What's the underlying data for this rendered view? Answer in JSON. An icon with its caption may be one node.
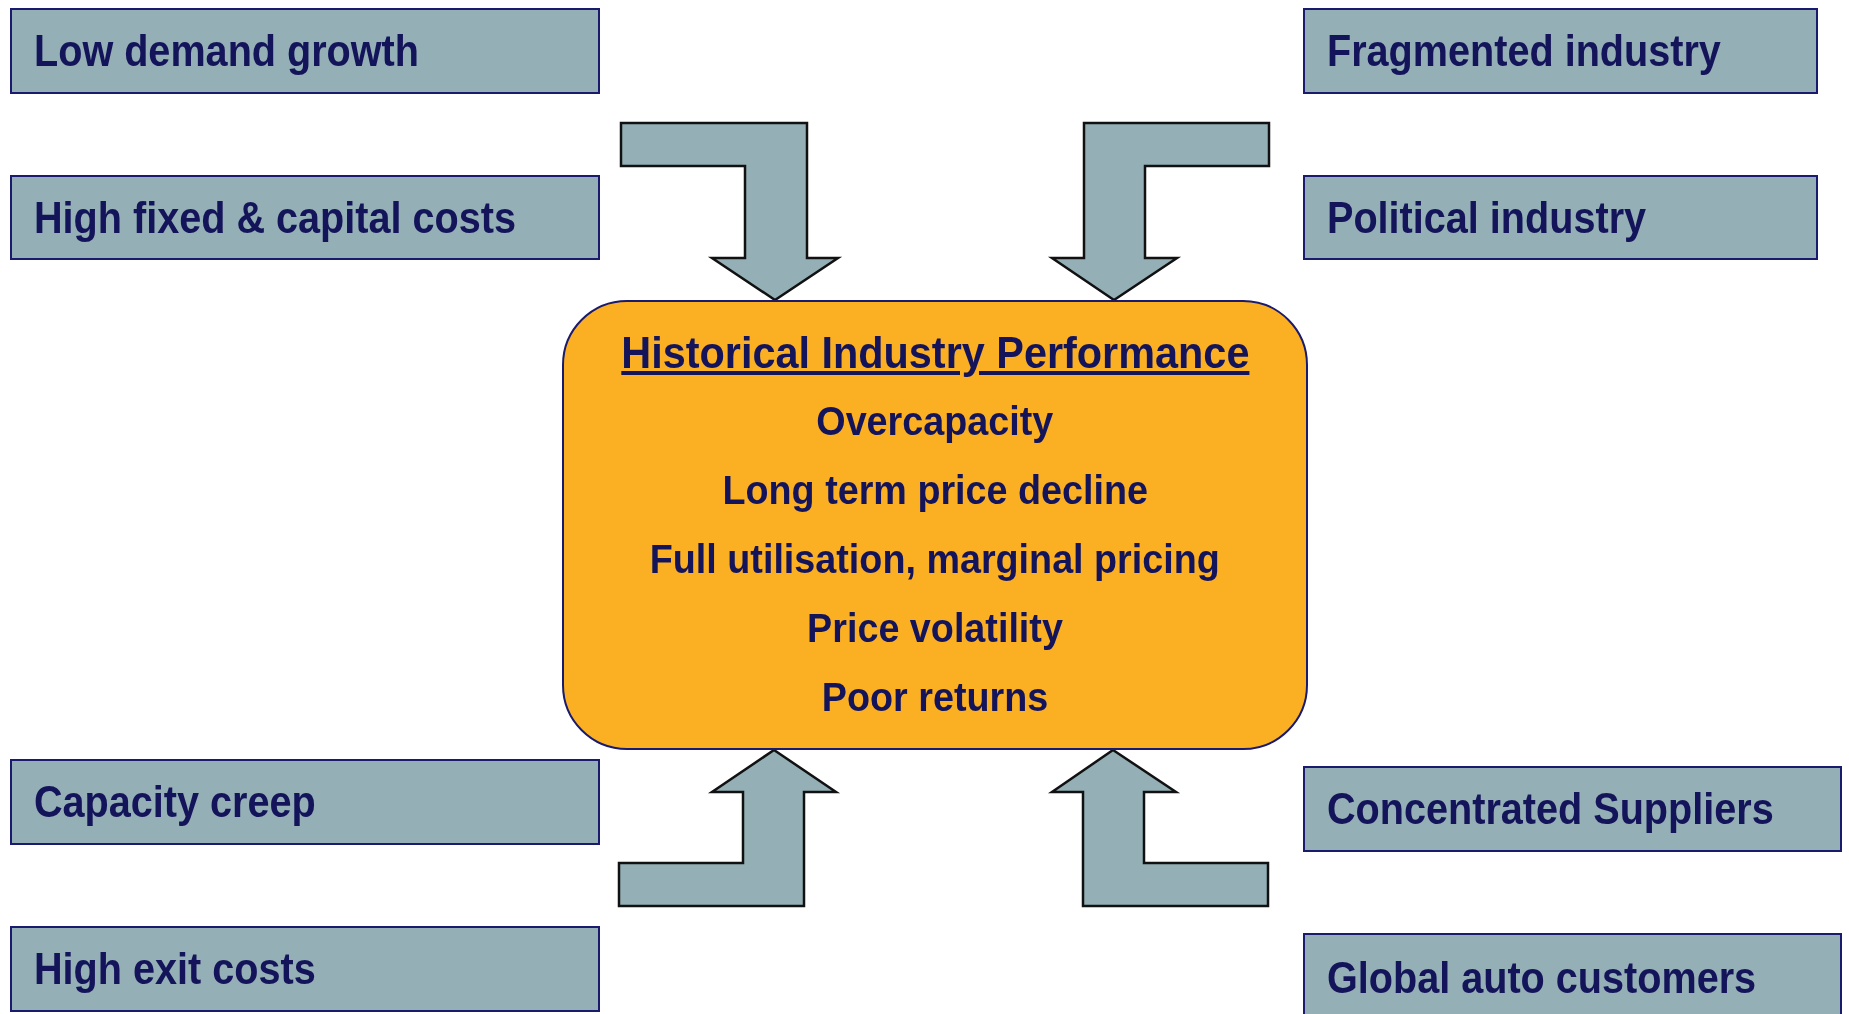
{
  "diagram": {
    "nodes": [
      {
        "text": [
          "Low demand growth"
        ]
      },
      {
        "text": [
          "High fixed & capital costs"
        ]
      },
      {
        "text": [
          "Capacity creep"
        ]
      },
      {
        "text": [
          "High exit costs"
        ]
      },
      {
        "text": [
          "Fragmented industry"
        ]
      },
      {
        "text": [
          "Political industry"
        ]
      },
      {
        "text": [
          "Concentrated Suppliers"
        ]
      },
      {
        "text": [
          "Global auto customers"
        ]
      },
      {
        "text": [
          "Historical Industry Performance",
          "Overcapacity",
          "Long term price decline",
          "Full utilisation, marginal pricing",
          "Price volatility",
          "Poor returns"
        ]
      }
    ],
    "edges": [
      {
        "from": null,
        "to": 8,
        "arrow": "to"
      },
      {
        "from": null,
        "to": 8,
        "arrow": "to"
      },
      {
        "from": null,
        "to": 8,
        "arrow": "to"
      },
      {
        "from": null,
        "to": 8,
        "arrow": "to"
      }
    ]
  }
}
